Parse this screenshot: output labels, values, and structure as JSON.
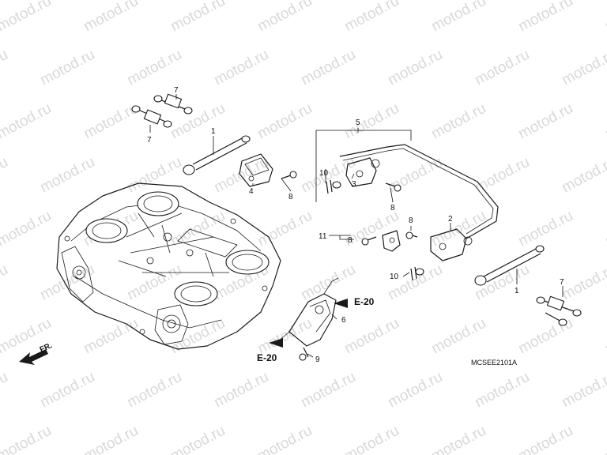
{
  "watermark": "motod.ru",
  "diagram_code": "MCSEE2101A",
  "front_label": "FR.",
  "callouts": {
    "c1a": "1",
    "c1b": "1",
    "c2": "2",
    "c3": "3",
    "c4": "4",
    "c5": "5",
    "c6": "6",
    "c7a": "7",
    "c7b": "7",
    "c7c": "7",
    "c8a": "8",
    "c8b": "8",
    "c8c": "8",
    "c8d": "8",
    "c9": "9",
    "c10a": "10",
    "c10b": "10",
    "c11": "11"
  },
  "references": {
    "e20_upper": "E-20",
    "e20_lower": "E-20"
  }
}
